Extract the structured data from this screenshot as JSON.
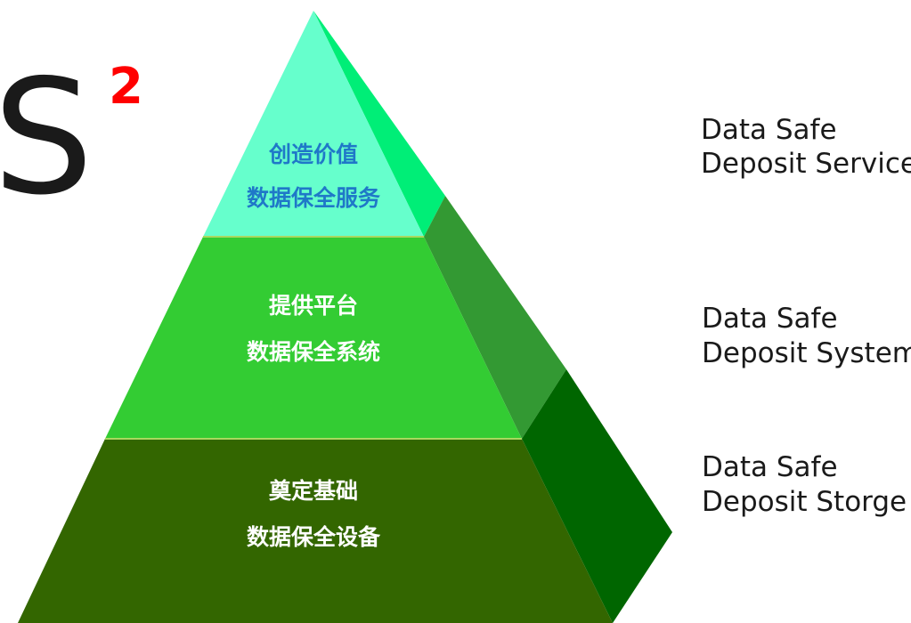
{
  "logo": {
    "letter": "S",
    "superscript": "2"
  },
  "tiers": [
    {
      "line1": "创造价值",
      "line2": "数据保全服务",
      "side_line1": "Data Safe",
      "side_line2": "Deposit Service"
    },
    {
      "line1": "提供平台",
      "line2": "数据保全系统",
      "side_line1": "Data Safe",
      "side_line2": "Deposit System"
    },
    {
      "line1": "奠定基础",
      "line2": "数据保全设备",
      "side_line1": "Data Safe",
      "side_line2": "Deposit Storge"
    }
  ],
  "colors": {
    "tier_top_front": "#66ffcc",
    "tier_top_side": "#00ee77",
    "tier_mid_front": "#33cc33",
    "tier_mid_side": "#339933",
    "tier_bottom_front": "#336600",
    "tier_bottom_side": "#006600",
    "logo_superscript": "#ff0000",
    "top_tier_text": "#1f78c8"
  }
}
